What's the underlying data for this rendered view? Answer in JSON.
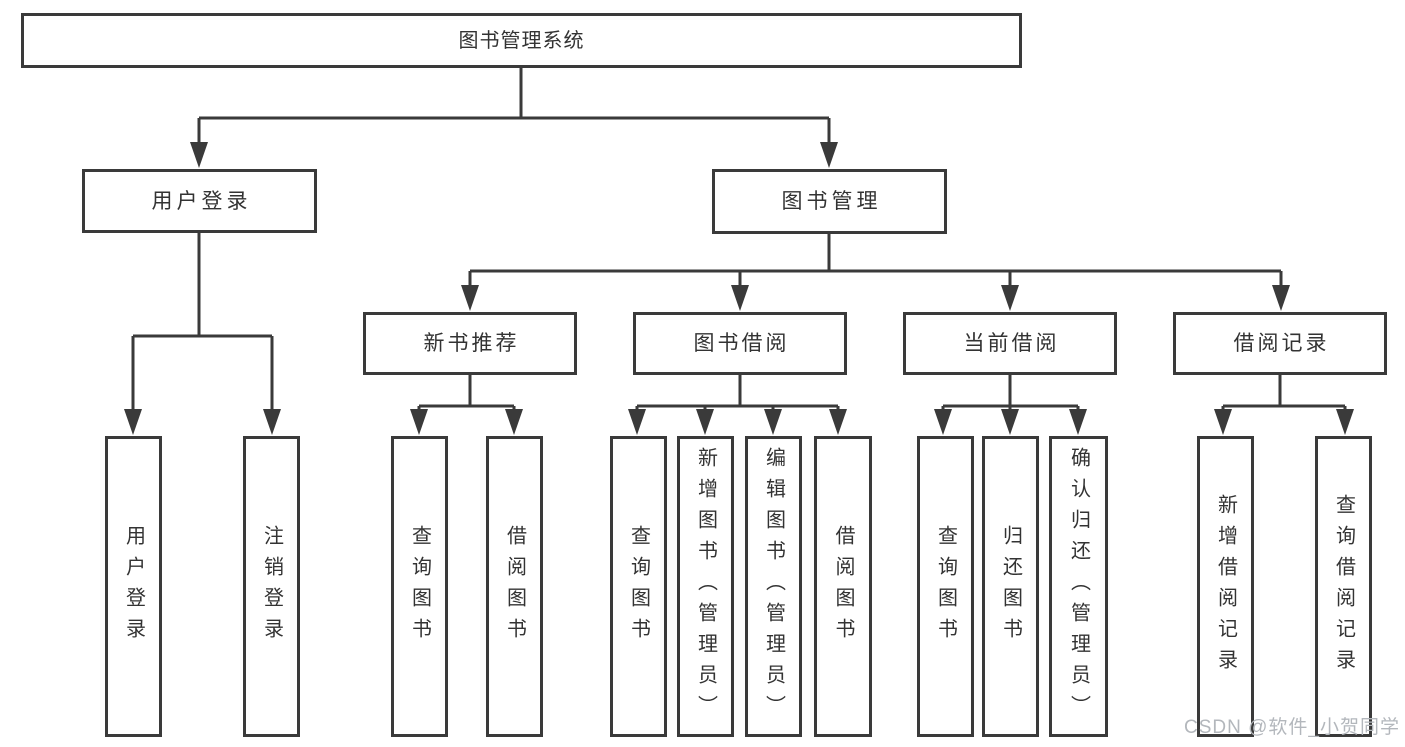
{
  "diagram": {
    "root": "图书管理系统",
    "branches": {
      "user_login": "用户登录",
      "book_mgmt": "图书管理"
    },
    "modules": {
      "new_book_rec": "新书推荐",
      "book_borrow": "图书借阅",
      "current_borrow": "当前借阅",
      "borrow_records": "借阅记录"
    },
    "leaves": {
      "user_login": [
        "用户登录",
        "注销登录"
      ],
      "new_book_rec": [
        "查询图书",
        "借阅图书"
      ],
      "book_borrow": [
        "查询图书",
        "新增图书（管理员）",
        "编辑图书（管理员）",
        "借阅图书"
      ],
      "current_borrow": [
        "查询图书",
        "归还图书",
        "确认归还（管理员）"
      ],
      "borrow_records": [
        "新增借阅记录",
        "查询借阅记录"
      ]
    }
  },
  "watermark": "CSDN @软件_小贺同学",
  "colors": {
    "line": "#3a3a3a",
    "text": "#333333",
    "box_background": "#ffffff",
    "watermark_color": "#b3b7bc"
  }
}
